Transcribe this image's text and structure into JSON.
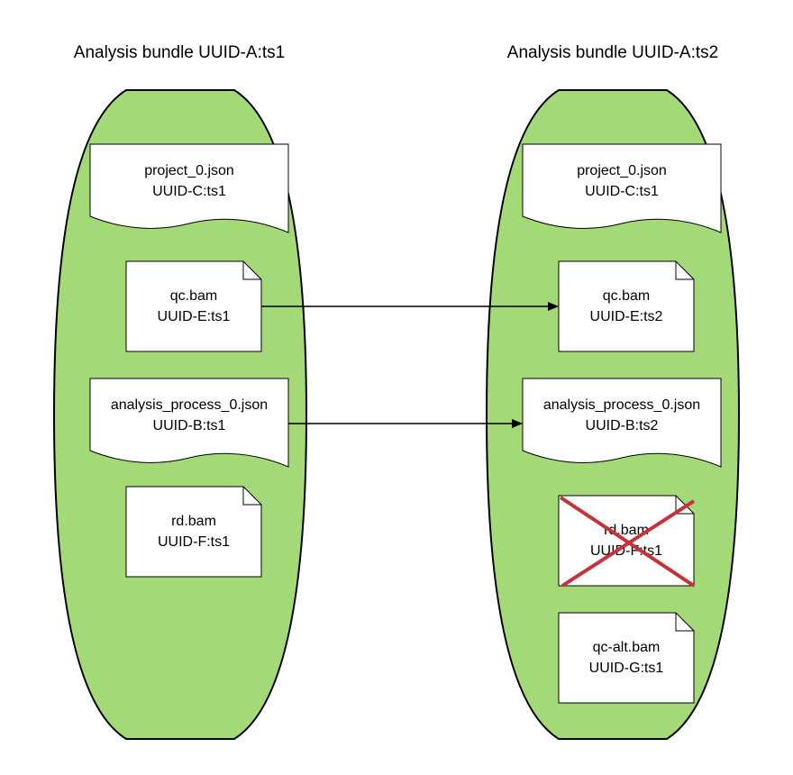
{
  "colors": {
    "bundle_fill": "#a3d977",
    "shape_fill": "#ffffff",
    "stroke": "#000000",
    "cross": "#c8303a"
  },
  "bundles": [
    {
      "title": "Analysis bundle UUID-A:ts1",
      "items": [
        {
          "shape": "document",
          "name": "project_0.json",
          "uuid": "UUID-C:ts1"
        },
        {
          "shape": "note",
          "name": "qc.bam",
          "uuid": "UUID-E:ts1"
        },
        {
          "shape": "document",
          "name": "analysis_process_0.json",
          "uuid": "UUID-B:ts1"
        },
        {
          "shape": "note",
          "name": "rd.bam",
          "uuid": "UUID-F:ts1"
        }
      ]
    },
    {
      "title": "Analysis bundle UUID-A:ts2",
      "items": [
        {
          "shape": "document",
          "name": "project_0.json",
          "uuid": "UUID-C:ts1"
        },
        {
          "shape": "note",
          "name": "qc.bam",
          "uuid": "UUID-E:ts2"
        },
        {
          "shape": "document",
          "name": "analysis_process_0.json",
          "uuid": "UUID-B:ts2"
        },
        {
          "shape": "note",
          "name": "rd.bam",
          "uuid": "UUID-F:ts1",
          "crossed_out": true
        },
        {
          "shape": "note",
          "name": "qc-alt.bam",
          "uuid": "UUID-G:ts1"
        }
      ]
    }
  ],
  "arrows": [
    {
      "from": "qc.bam UUID-E:ts1",
      "to": "qc.bam UUID-E:ts2"
    },
    {
      "from": "analysis_process_0.json UUID-B:ts1",
      "to": "analysis_process_0.json UUID-B:ts2"
    }
  ]
}
